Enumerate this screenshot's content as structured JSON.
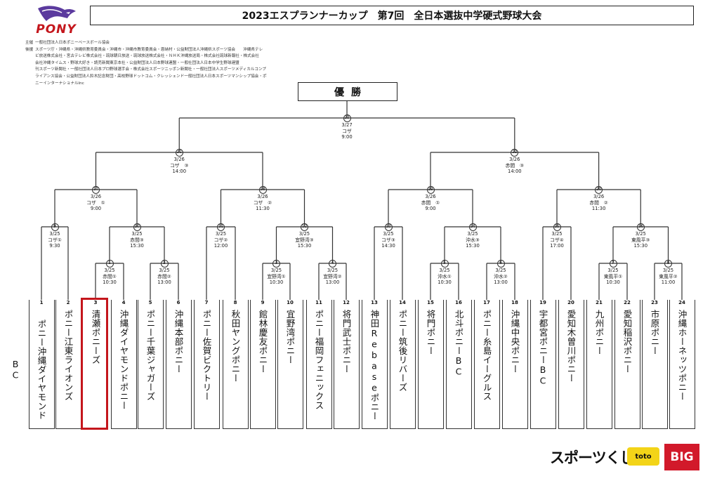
{
  "header": {
    "title": "2023エスプランナーカップ　第7回　全日本選抜中学硬式野球大会",
    "logo_text": "PONY"
  },
  "sponsors": [
    {
      "label": "主催",
      "text": "一般社団法人日本ポニーベースボール協会"
    },
    {
      "label": "後援",
      "text": "スポーツ庁・沖縄県・沖縄県教育委員会・沖縄市・沖縄市教育委員会・恩納村・公益財団法人沖縄県スポーツ協会　　沖縄県テレ"
    },
    {
      "label": "",
      "text": "ビ放送株式会社・宮古テレビ株式会社・琉球朝日放送・琉球放送株式会社・ＮＨＫ沖縄放送局・株式会社琉球新報社・株式会社"
    },
    {
      "label": "",
      "text": "会社沖縄タイムス・野球大好き・読売新聞東京本社・公益財団法人日本野球連盟・一般社団法人日本中学生野球連盟"
    },
    {
      "label": "",
      "text": "刊スポーツ新聞社・一般社団法人日本プロ野球選手会・株式会社スポーツニッポン新聞社・一般社団法人スポーツメディカルコンプ"
    },
    {
      "label": "",
      "text": "ライアンス協会・公益財団法人鈴木記念財団・高校野球ドットコム・クレッシェンド一般社団法人日本スポーツマンシップ協会・ポ"
    },
    {
      "label": "",
      "text": "ニーインターナショナルInc"
    }
  ],
  "champion_label": "優勝",
  "matches": [
    {
      "no": "1",
      "date": "3/25",
      "venue": "赤間①",
      "time": "10:30"
    },
    {
      "no": "2",
      "date": "3/25",
      "venue": "赤間②",
      "time": "13:00"
    },
    {
      "no": "3",
      "date": "3/25",
      "venue": "宜野湾①",
      "time": "10:30"
    },
    {
      "no": "4",
      "date": "3/25",
      "venue": "宜野湾②",
      "time": "13:00"
    },
    {
      "no": "5",
      "date": "3/25",
      "venue": "沖水①",
      "time": "10:30"
    },
    {
      "no": "6",
      "date": "3/25",
      "venue": "沖水②",
      "time": "13:00"
    },
    {
      "no": "7",
      "date": "3/25",
      "venue": "東風平①",
      "time": "10:30"
    },
    {
      "no": "8",
      "date": "3/25",
      "venue": "東風平②",
      "time": "11:00"
    },
    {
      "no": "9",
      "date": "3/25",
      "venue": "コザ①",
      "time": "9:30"
    },
    {
      "no": "10",
      "date": "3/25",
      "venue": "赤間③",
      "time": "15:30"
    },
    {
      "no": "11",
      "date": "3/25",
      "venue": "コザ②",
      "time": "12:00"
    },
    {
      "no": "12",
      "date": "3/25",
      "venue": "宜野湾③",
      "time": "15:30"
    },
    {
      "no": "13",
      "date": "3/25",
      "venue": "コザ③",
      "time": "14:30"
    },
    {
      "no": "14",
      "date": "3/25",
      "venue": "沖水③",
      "time": "15:30"
    },
    {
      "no": "15",
      "date": "3/25",
      "venue": "コザ④",
      "time": "17:00"
    },
    {
      "no": "16",
      "date": "3/25",
      "venue": "東風平③",
      "time": "15:30"
    },
    {
      "no": "17",
      "date": "3/26",
      "venue": "コザ　①",
      "time": "9:00"
    },
    {
      "no": "18",
      "date": "3/26",
      "venue": "コザ　②",
      "time": "11:30"
    },
    {
      "no": "19",
      "date": "3/26",
      "venue": "赤間　①",
      "time": "9:00"
    },
    {
      "no": "20",
      "date": "3/26",
      "venue": "赤間　②",
      "time": "11:30"
    },
    {
      "no": "21",
      "date": "3/26",
      "venue": "コザ　③",
      "time": "14:00"
    },
    {
      "no": "22",
      "date": "3/26",
      "venue": "赤間　③",
      "time": "14:00"
    },
    {
      "no": "23",
      "date": "3/27",
      "venue": "コザ",
      "time": "9:00"
    }
  ],
  "teams": [
    {
      "no": "1",
      "name": "ポニー沖縄ダイヤモンドBC"
    },
    {
      "no": "2",
      "name": "ポニー江東ライオンズ"
    },
    {
      "no": "3",
      "name": "清瀬ポニーズ",
      "highlight_color": "#c4161c"
    },
    {
      "no": "4",
      "name": "沖縄ダイヤモンドポニー"
    },
    {
      "no": "5",
      "name": "ポニー千葉ジャガーズ"
    },
    {
      "no": "6",
      "name": "沖縄本部ポニー"
    },
    {
      "no": "7",
      "name": "ポニー佐賀ビクトリー"
    },
    {
      "no": "8",
      "name": "秋田ヤングポニー"
    },
    {
      "no": "9",
      "name": "館林慶友ポニー"
    },
    {
      "no": "10",
      "name": "宜野湾ポニー"
    },
    {
      "no": "11",
      "name": "ポニー福岡フェニックス"
    },
    {
      "no": "12",
      "name": "将門武士ポニー"
    },
    {
      "no": "13",
      "name": "神田Rebaseポニー"
    },
    {
      "no": "14",
      "name": "ポニー筑後リバーズ"
    },
    {
      "no": "15",
      "name": "将門ポニー"
    },
    {
      "no": "16",
      "name": "北斗ポニーBC"
    },
    {
      "no": "17",
      "name": "ポニー糸島イーグルス"
    },
    {
      "no": "18",
      "name": "沖縄中央ポニー"
    },
    {
      "no": "19",
      "name": "宇都宮ポニーBC"
    },
    {
      "no": "20",
      "name": "愛知木曽川ポニー"
    },
    {
      "no": "21",
      "name": "九州ポニー"
    },
    {
      "no": "22",
      "name": "愛知稲沢ポニー"
    },
    {
      "no": "23",
      "name": "市原ポニー"
    },
    {
      "no": "24",
      "name": "沖縄ホーネッツポニー"
    }
  ],
  "footer": {
    "sports_kuji": "スポーツくじ",
    "toto": "toto",
    "big": "BIG"
  },
  "colors": {
    "highlight": "#c4161c",
    "logo": "#5b3a9e",
    "toto": "#f3d418",
    "big": "#d2192a"
  }
}
